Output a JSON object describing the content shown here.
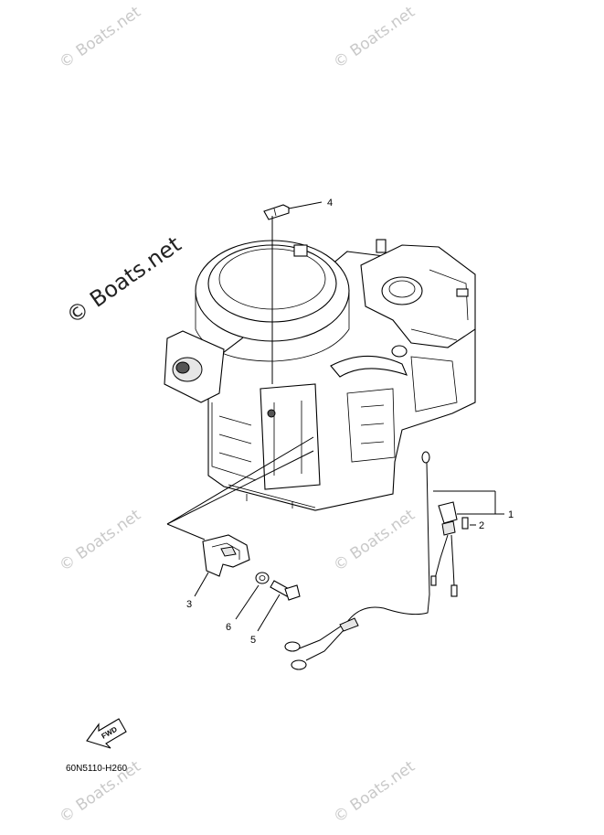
{
  "watermarks": [
    "© Boats.net",
    "© Boats.net",
    "© Boats.net",
    "© Boats.net",
    "© Boats.net",
    "© Boats.net",
    "© Boats.net"
  ],
  "callouts": [
    "1",
    "2",
    "3",
    "4",
    "5",
    "6"
  ],
  "fwd_label": "FWD",
  "diagram_code": "60N5110-H260",
  "colors": {
    "line": "#000000",
    "watermark": "#c9c9c9",
    "watermark_main": "#222222"
  }
}
